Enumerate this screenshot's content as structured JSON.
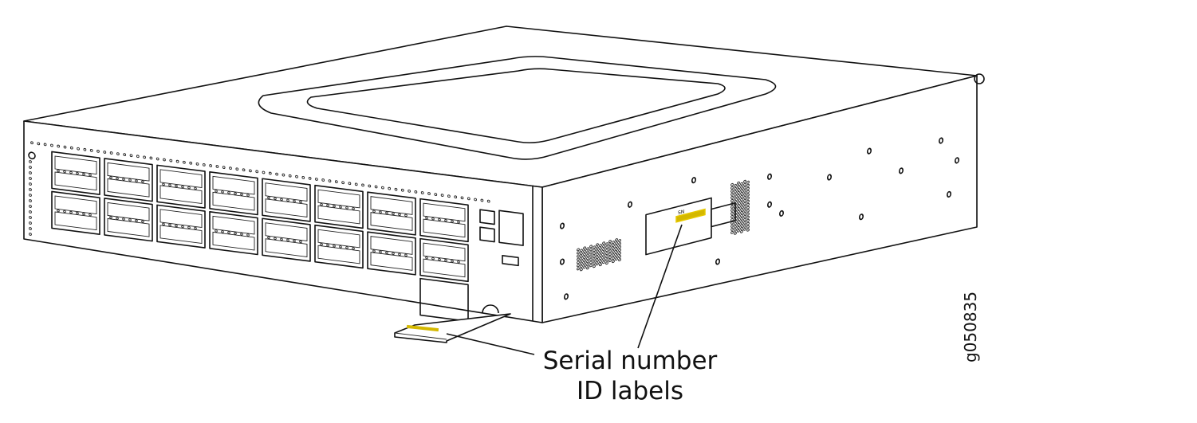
{
  "callout": {
    "line1": "Serial number",
    "line2": "ID labels"
  },
  "figure_id": "g050835",
  "serial_label": {
    "text": "SN",
    "barcode_color": "#d4b800"
  },
  "colors": {
    "outline": "#111111",
    "label_highlight": "#e6c800"
  }
}
